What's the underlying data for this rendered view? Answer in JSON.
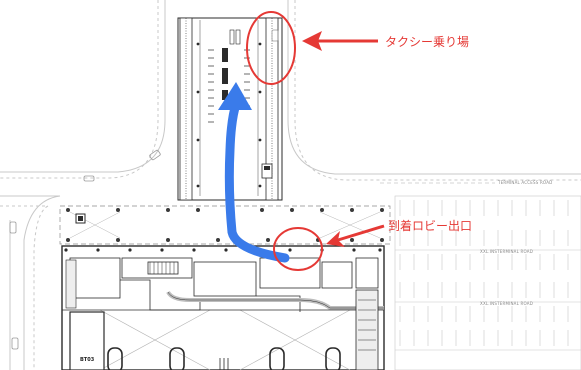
{
  "labels": {
    "taxi_stand": "タクシー乗り場",
    "arrival_exit": "到着ロビー出口",
    "terminal_access_road": "TERMINAL ACCESS ROAD",
    "lot_road_1": "XXL.INSTERMINAL ROAD",
    "lot_road_2": "XXL.INSTERMINAL ROAD",
    "bldg_tag": "BT03"
  },
  "colors": {
    "highlight_red": "#e53935",
    "route_blue": "#3a7bea",
    "linework": "#2b2b2b",
    "paving": "#bdbdbd"
  },
  "legend_icons": [
    "callout-arrow-icon",
    "route-arrow-icon",
    "highlight-circle-icon"
  ]
}
